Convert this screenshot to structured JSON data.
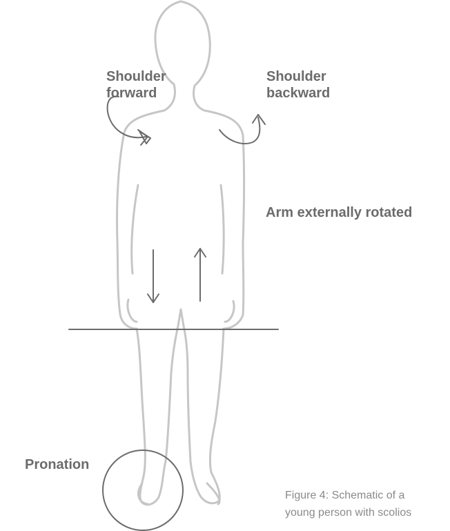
{
  "labels": {
    "shoulder_forward": [
      "Shoulder",
      "forward"
    ],
    "shoulder_backward": [
      "Shoulder",
      "backward"
    ],
    "arm_rotated": "Arm externally rotated",
    "pronation": "Pronation"
  },
  "caption": [
    "Figure 4: Schematic of a",
    "young person with scolios"
  ],
  "colors": {
    "outline": "#c6c6c6",
    "annotation": "#6b6b6b",
    "label_text": "#6b6b6b",
    "caption_text": "#8a8a8a"
  },
  "icons": {
    "figure": "human-body-outline-icon",
    "shoulder_forward": "curved-arrow-forward-icon",
    "shoulder_backward": "curved-arrow-backward-icon",
    "down_arrow": "arrow-down-icon",
    "up_arrow": "arrow-up-icon",
    "level_line": "horizontal-reference-line",
    "foot_circle": "circle-highlight"
  }
}
